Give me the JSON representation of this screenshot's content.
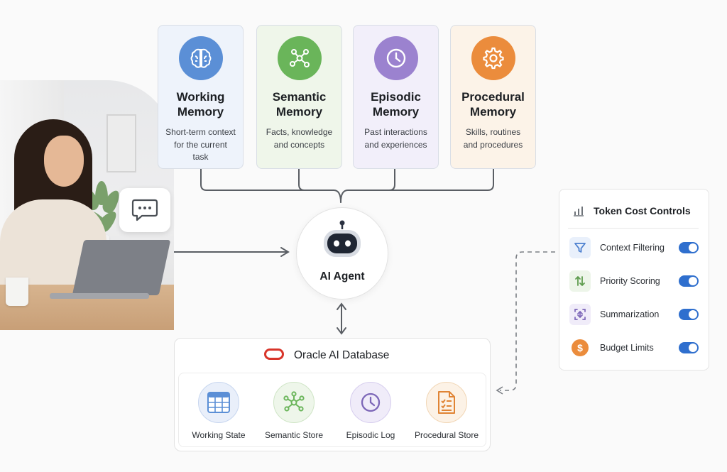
{
  "memory_cards": [
    {
      "title_line1": "Working",
      "title_line2": "Memory",
      "desc_lines": [
        "Short-term context",
        "for the current",
        "task"
      ],
      "icon": "brain-icon",
      "bg": "#eef3fb",
      "circle": "#5b8fd6"
    },
    {
      "title_line1": "Semantic",
      "title_line2": "Memory",
      "desc_lines": [
        "Facts, knowledge",
        "and concepts"
      ],
      "icon": "network-icon",
      "bg": "#eff6ea",
      "circle": "#6ab55a"
    },
    {
      "title_line1": "Episodic",
      "title_line2": "Memory",
      "desc_lines": [
        "Past interactions",
        "and experiences"
      ],
      "icon": "clock-icon",
      "bg": "#f2effa",
      "circle": "#9b82cf"
    },
    {
      "title_line1": "Procedural",
      "title_line2": "Memory",
      "desc_lines": [
        "Skills, routines",
        "and procedures"
      ],
      "icon": "gear-icon",
      "bg": "#fcf3e8",
      "circle": "#eb8c3c"
    }
  ],
  "agent": {
    "label": "AI Agent",
    "icon": "robot-icon"
  },
  "database": {
    "title": "Oracle AI Database",
    "stores": [
      {
        "label": "Working State",
        "icon": "table-icon"
      },
      {
        "label": "Semantic Store",
        "icon": "network-icon"
      },
      {
        "label": "Episodic Log",
        "icon": "clock-icon"
      },
      {
        "label": "Procedural Store",
        "icon": "checklist-icon"
      }
    ]
  },
  "token_controls": {
    "title": "Token Cost Controls",
    "items": [
      {
        "label": "Context Filtering",
        "icon": "filter-icon",
        "enabled": true
      },
      {
        "label": "Priority Scoring",
        "icon": "sort-arrows-icon",
        "enabled": true
      },
      {
        "label": "Summarization",
        "icon": "compress-icon",
        "enabled": true
      },
      {
        "label": "Budget Limits",
        "icon": "dollar-icon",
        "enabled": true
      }
    ]
  },
  "colors": {
    "accent": "#2f6fce",
    "oracle_red": "#d8352a",
    "connector": "#5a5e64"
  }
}
